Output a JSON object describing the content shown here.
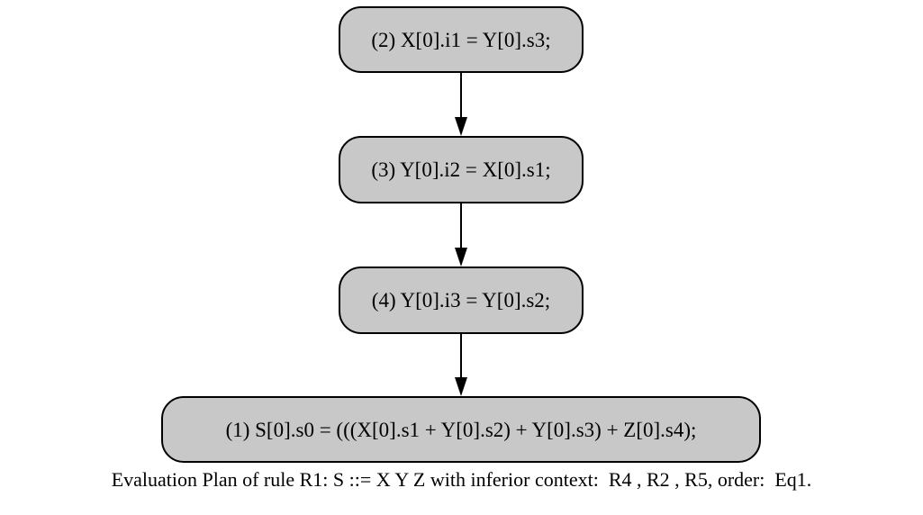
{
  "diagram": {
    "type": "flowchart",
    "nodes": [
      {
        "id": "n2",
        "label": "(2) X[0].i1 = Y[0].s3;"
      },
      {
        "id": "n3",
        "label": "(3) Y[0].i2 = X[0].s1;"
      },
      {
        "id": "n4",
        "label": "(4) Y[0].i3 = Y[0].s2;"
      },
      {
        "id": "n1",
        "label": "(1) S[0].s0 = (((X[0].s1 + Y[0].s2) + Y[0].s3) + Z[0].s4);"
      }
    ],
    "edges": [
      {
        "from": "n2",
        "to": "n3"
      },
      {
        "from": "n3",
        "to": "n4"
      },
      {
        "from": "n4",
        "to": "n1"
      }
    ],
    "colors": {
      "node_fill": "#c8c8c8",
      "stroke": "#000000",
      "background": "#ffffff"
    }
  },
  "caption": "Evaluation Plan of rule R1: S ::= X Y Z with inferior context:  R4 , R2 , R5, order:  Eq1."
}
